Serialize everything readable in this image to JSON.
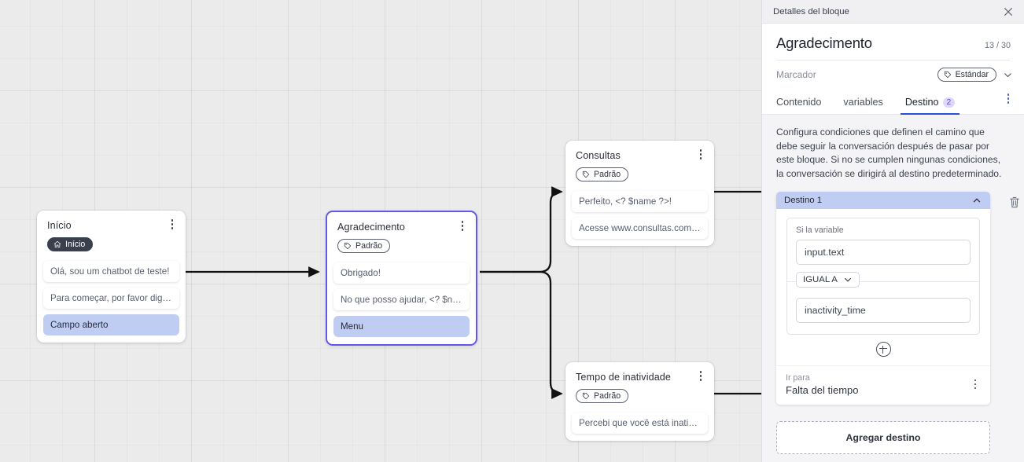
{
  "canvas": {
    "nodes": [
      {
        "id": "inicio",
        "title": "Início",
        "badge": "Início",
        "badge_style": "dark",
        "badge_icon": "home-icon",
        "messages": [
          {
            "text": "Olá, sou um chatbot de teste!",
            "highlight": false
          },
          {
            "text": "Para começar, por favor digite o ...",
            "highlight": false
          },
          {
            "text": "Campo aberto",
            "highlight": true
          }
        ]
      },
      {
        "id": "agradecimento",
        "title": "Agradecimento",
        "badge": "Padrão",
        "badge_style": "outline",
        "badge_icon": "tag-icon",
        "selected": true,
        "messages": [
          {
            "text": "Obrigado!",
            "highlight": false
          },
          {
            "text": "No que posso ajudar, <? $name ...",
            "highlight": false
          },
          {
            "text": "Menu",
            "highlight": true
          }
        ]
      },
      {
        "id": "consultas",
        "title": "Consultas",
        "badge": "Padrão",
        "badge_style": "outline",
        "badge_icon": "tag-icon",
        "messages": [
          {
            "text": "Perfeito, <? $name ?>!",
            "highlight": false
          },
          {
            "text": "Acesse www.consultas.com par...",
            "highlight": false
          }
        ]
      },
      {
        "id": "inatividade",
        "title": "Tempo de inatividade",
        "badge": "Padrão",
        "badge_style": "outline",
        "badge_icon": "tag-icon",
        "messages": [
          {
            "text": "Percebi que você está inativo. C...",
            "highlight": false
          }
        ]
      }
    ]
  },
  "panel": {
    "header_title": "Detalles del bloque",
    "close_icon": "close-icon",
    "block_title": "Agradecimento",
    "counter": "13 / 30",
    "marcador_label": "Marcador",
    "marcador_value": "Estándar",
    "marcador_icon": "tag-icon",
    "tabs": [
      {
        "label": "Contenido",
        "active": false
      },
      {
        "label": "variables",
        "active": false
      },
      {
        "label": "Destino",
        "active": true,
        "badge": "2"
      }
    ],
    "overflow_icon": "kebab-menu-icon",
    "description": "Configura condiciones que definen el camino que debe seguir la conversación después de pasar por este bloque. Si no se cumplen ningunas condiciones, la conversación se dirigirá al destino predeterminado.",
    "destination": {
      "header": "Destino 1",
      "collapse_icon": "chevron-up-icon",
      "delete_icon": "trash-icon",
      "condition_label": "Si la variable",
      "variable_value": "input.text",
      "operator": "IGUAL A",
      "comparison_value": "inactivity_time",
      "add_condition_icon": "plus-circle-icon",
      "goto_label": "Ir para",
      "goto_value": "Falta del tiempo",
      "goto_menu_icon": "kebab-menu-icon"
    },
    "add_destination_label": "Agregar destino"
  },
  "colors": {
    "accent_blue": "#2b50d8",
    "badge_purple": "#6146e0",
    "highlight": "#bfcdf2",
    "selected_border": "#6558e6",
    "canvas_bg": "#ebebeb"
  }
}
